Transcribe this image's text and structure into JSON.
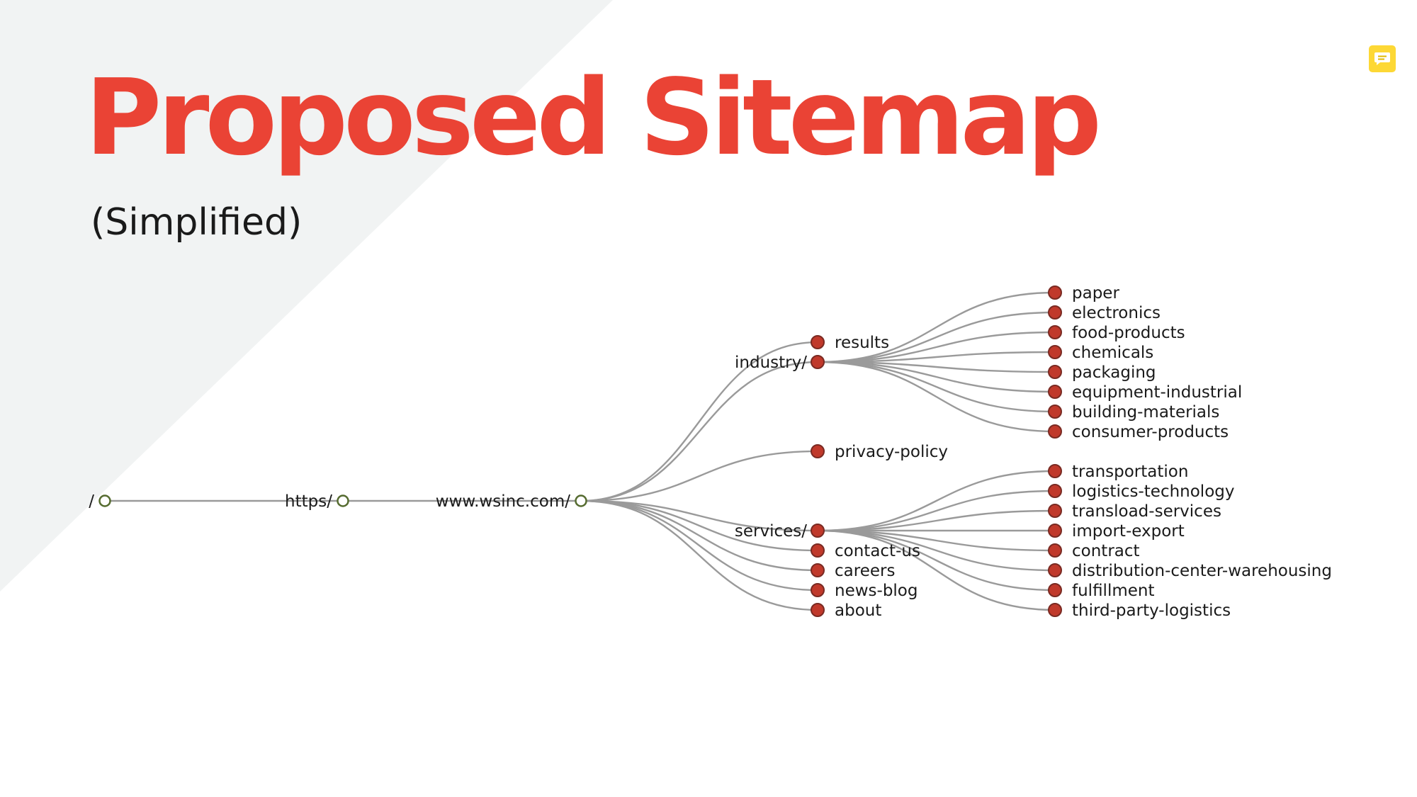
{
  "slide": {
    "title": "Proposed Sitemap",
    "subtitle": "(Simplified)",
    "comment_icon": "comment-icon"
  },
  "colors": {
    "title": "#ea4335",
    "background_shape": "#f1f3f3",
    "link": "#9a9a9a",
    "leaf_node_fill": "#c0392b",
    "leaf_node_stroke": "#7a2a22",
    "branch_node_stroke": "#556b2f",
    "comment_badge": "#fdd835"
  },
  "sitemap": {
    "name": "/",
    "children": [
      {
        "name": "https/",
        "children": [
          {
            "name": "www.wsinc.com/",
            "children": [
              {
                "name": "results"
              },
              {
                "name": "industry/",
                "children": [
                  {
                    "name": "paper"
                  },
                  {
                    "name": "electronics"
                  },
                  {
                    "name": "food-products"
                  },
                  {
                    "name": "chemicals"
                  },
                  {
                    "name": "packaging"
                  },
                  {
                    "name": "equipment-industrial"
                  },
                  {
                    "name": "building-materials"
                  },
                  {
                    "name": "consumer-products"
                  }
                ]
              },
              {
                "name": "privacy-policy"
              },
              {
                "name": "services/",
                "children": [
                  {
                    "name": "transportation"
                  },
                  {
                    "name": "logistics-technology"
                  },
                  {
                    "name": "transload-services"
                  },
                  {
                    "name": "import-export"
                  },
                  {
                    "name": "contract"
                  },
                  {
                    "name": "distribution-center-warehousing"
                  },
                  {
                    "name": "fulfillment"
                  },
                  {
                    "name": "third-party-logistics"
                  }
                ]
              },
              {
                "name": "contact-us"
              },
              {
                "name": "careers"
              },
              {
                "name": "news-blog"
              },
              {
                "name": "about"
              }
            ]
          }
        ]
      }
    ]
  }
}
